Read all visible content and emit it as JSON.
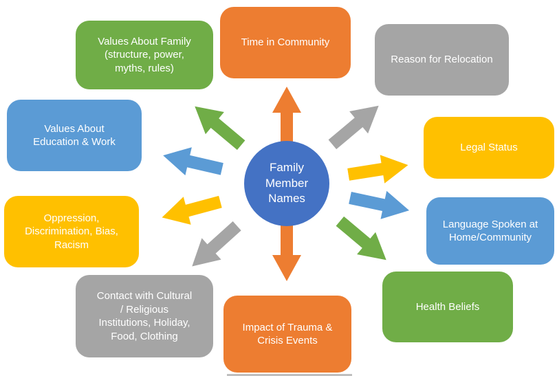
{
  "palette": {
    "orange": "#ED7D31",
    "green": "#70AD47",
    "gray": "#A5A5A5",
    "blue": "#5B9BD5",
    "yellow": "#FFC000",
    "center_blue": "#4472C4",
    "text": "#FFFFFF"
  },
  "center": {
    "label": "Family\nMember\nNames"
  },
  "nodes": [
    {
      "label": "Values About Family\n(structure, power,\nmyths, rules)",
      "color": "green"
    },
    {
      "label": "Time in Community",
      "color": "orange"
    },
    {
      "label": "Reason for Relocation",
      "color": "gray"
    },
    {
      "label": "Values About\nEducation & Work",
      "color": "blue"
    },
    {
      "label": "Legal Status",
      "color": "yellow"
    },
    {
      "label": "Oppression,\nDiscrimination, Bias,\nRacism",
      "color": "yellow"
    },
    {
      "label": "Language Spoken at\nHome/Community",
      "color": "blue"
    },
    {
      "label": "Contact with Cultural\n/ Religious\nInstitutions, Holiday,\nFood, Clothing",
      "color": "gray"
    },
    {
      "label": "Impact of Trauma &\nCrisis Events",
      "color": "orange"
    },
    {
      "label": "Health Beliefs",
      "color": "green"
    }
  ],
  "arrows": [
    {
      "direction": "up",
      "color": "orange"
    },
    {
      "direction": "up-left",
      "color": "green"
    },
    {
      "direction": "up-right",
      "color": "gray"
    },
    {
      "direction": "left",
      "color": "blue"
    },
    {
      "direction": "left-down",
      "color": "yellow"
    },
    {
      "direction": "down-left",
      "color": "gray"
    },
    {
      "direction": "down",
      "color": "orange"
    },
    {
      "direction": "right-up",
      "color": "yellow"
    },
    {
      "direction": "right-down",
      "color": "blue"
    },
    {
      "direction": "down-right",
      "color": "green"
    }
  ]
}
